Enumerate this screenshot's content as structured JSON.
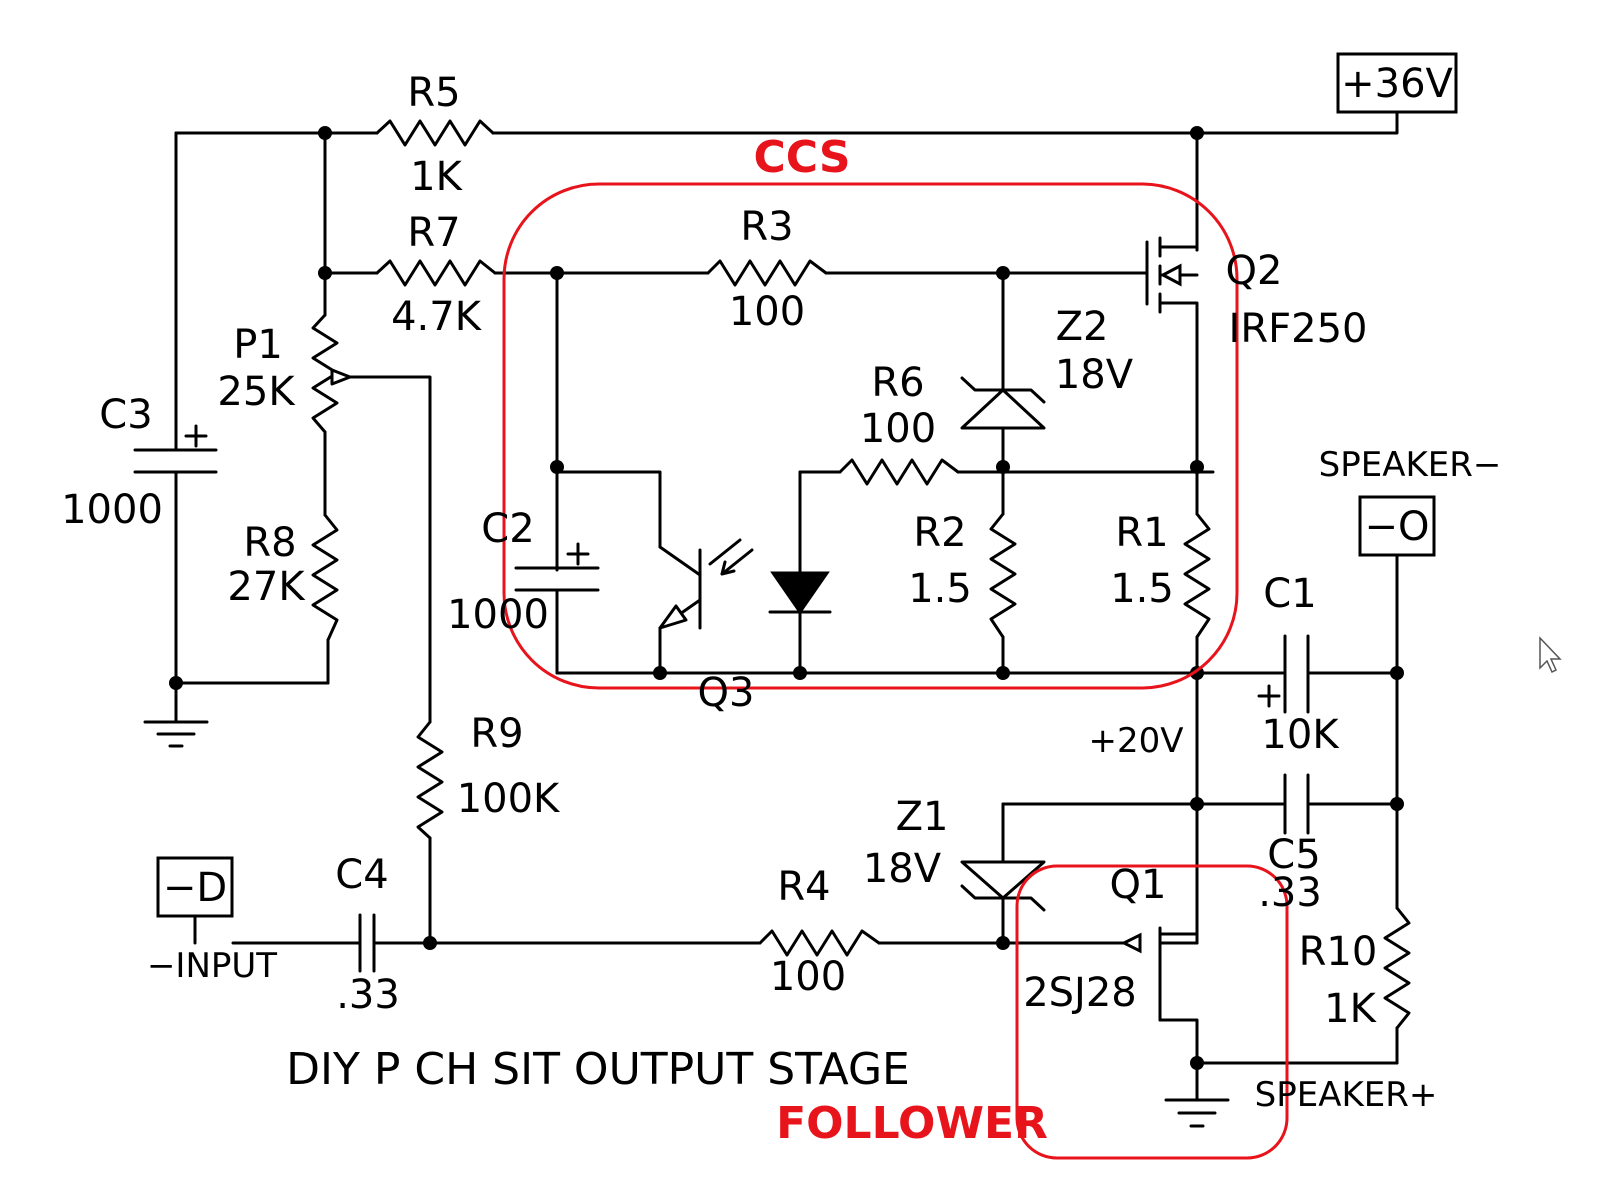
{
  "title": "DIY P CH SIT OUTPUT STAGE",
  "regions": {
    "ccs": "CCS",
    "follower": "FOLLOWER"
  },
  "supply": {
    "v36": "+36V",
    "v20": "+20V"
  },
  "ports": {
    "input_box": "−D",
    "input_label": "−INPUT",
    "spk_neg_box": "−O",
    "spk_neg_label": "SPEAKER−",
    "spk_pos_label": "SPEAKER+"
  },
  "components": {
    "r5": {
      "ref": "R5",
      "value": "1K"
    },
    "r7": {
      "ref": "R7",
      "value": "4.7K"
    },
    "r3": {
      "ref": "R3",
      "value": "100"
    },
    "r6": {
      "ref": "R6",
      "value": "100"
    },
    "r2": {
      "ref": "R2",
      "value": "1.5"
    },
    "r1": {
      "ref": "R1",
      "value": "1.5"
    },
    "r8": {
      "ref": "R8",
      "value": "27K"
    },
    "r9": {
      "ref": "R9",
      "value": "100K"
    },
    "r4": {
      "ref": "R4",
      "value": "100"
    },
    "r10": {
      "ref": "R10",
      "value": "1K"
    },
    "p1": {
      "ref": "P1",
      "value": "25K"
    },
    "c3": {
      "ref": "C3",
      "value": "1000"
    },
    "c2": {
      "ref": "C2",
      "value": "1000"
    },
    "c1": {
      "ref": "C1",
      "value": "10K"
    },
    "c5": {
      "ref": "C5",
      "value": ".33"
    },
    "c4": {
      "ref": "C4",
      "value": ".33"
    },
    "z2": {
      "ref": "Z2",
      "value": "18V"
    },
    "z1": {
      "ref": "Z1",
      "value": "18V"
    },
    "q2": {
      "ref": "Q2",
      "value": "IRF250"
    },
    "q1": {
      "ref": "Q1",
      "value": "2SJ28"
    },
    "q3": {
      "ref": "Q3"
    }
  },
  "colors": {
    "annotation": "#e8141c",
    "wire": "#000000"
  }
}
